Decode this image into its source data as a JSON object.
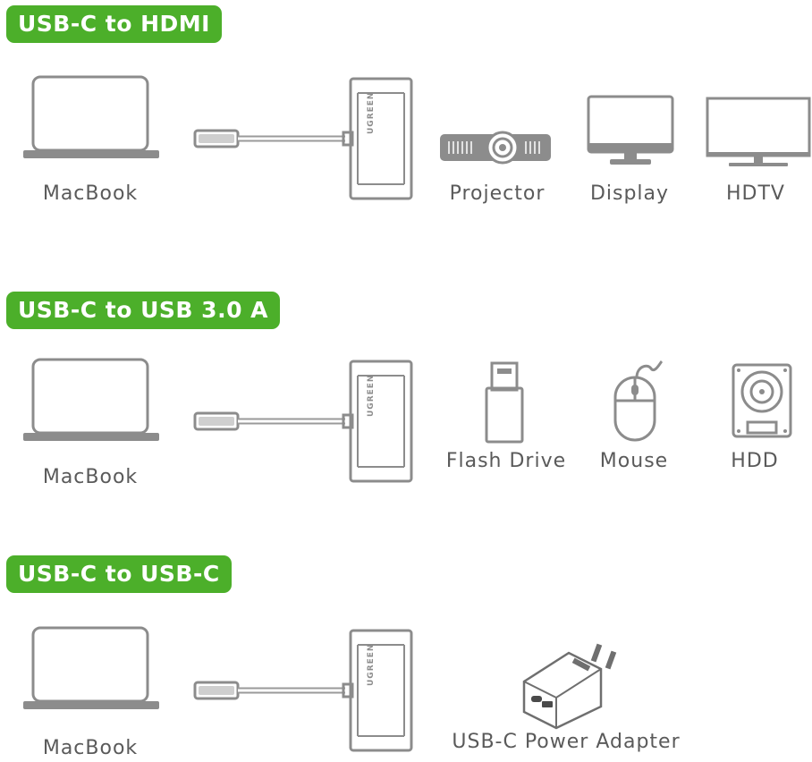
{
  "sections": [
    {
      "title": "USB-C to HDMI",
      "source_label": "MacBook",
      "devices": [
        {
          "label": "Projector",
          "icon": "projector-icon"
        },
        {
          "label": "Display",
          "icon": "monitor-icon"
        },
        {
          "label": "HDTV",
          "icon": "tv-icon"
        }
      ]
    },
    {
      "title": "USB-C to USB 3.0 A",
      "source_label": "MacBook",
      "devices": [
        {
          "label": "Flash Drive",
          "icon": "flash-drive-icon"
        },
        {
          "label": "Mouse",
          "icon": "mouse-icon"
        },
        {
          "label": "HDD",
          "icon": "hdd-icon"
        }
      ]
    },
    {
      "title": "USB-C to USB-C",
      "source_label": "MacBook",
      "devices": [
        {
          "label": "USB-C Power Adapter",
          "icon": "power-adapter-icon"
        }
      ]
    }
  ],
  "adapter_brand": "UGREEN",
  "colors": {
    "badge": "#4caf2a",
    "line_art": "#8c8c8c",
    "text": "#5a5a5a"
  }
}
